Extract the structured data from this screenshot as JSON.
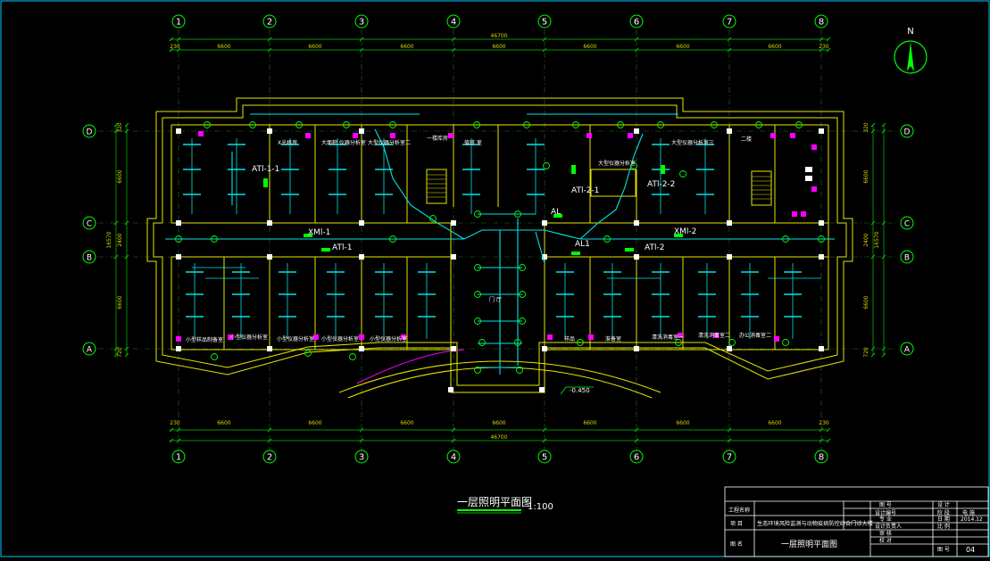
{
  "axes": {
    "columns": [
      "1",
      "2",
      "3",
      "4",
      "5",
      "6",
      "7",
      "8"
    ],
    "rows": [
      "D",
      "C",
      "B",
      "A"
    ]
  },
  "dimensions": {
    "top_total": "46700",
    "bottom_total": "46700",
    "segments": [
      "230",
      "6600",
      "6600",
      "6600",
      "6600",
      "6600",
      "6600",
      "6600",
      "230"
    ],
    "left_total": "16570",
    "left_segments": [
      "320",
      "6600",
      "2400",
      "6600",
      "720"
    ],
    "right_total": "16570",
    "right_segments": [
      "320",
      "6600",
      "2400",
      "6600",
      "720"
    ]
  },
  "north": {
    "label": "N"
  },
  "labels": {
    "panel_atl11": "ATl-1-1",
    "panel_atl1": "ATl-1",
    "panel_xml1": "XMl-1",
    "panel_atl21": "ATl-2-1",
    "panel_atl22": "ATl-2-2",
    "panel_atl2": "ATl-2",
    "panel_xml2": "XMl-2",
    "panel_al": "AL",
    "panel_al1": "AL1",
    "elevation": "-0.450",
    "room_d1": "X光机房",
    "room_d2": "大面积 仪器分析室",
    "room_d3": "大型仪器分析室二",
    "room_d4": "一楼库房",
    "room_d5": "值班 室",
    "room_d6": "大型仪器分析室",
    "room_d7": "大型仪器分析室三",
    "room_d8": "二楼",
    "room_a1": "小型样品制备室",
    "room_a2": "小型仪器分析室",
    "room_a3": "小型仪器分析室",
    "room_a4": "小型仪器分析室",
    "room_a5": "小型仪器分析室",
    "room_a6": "样品",
    "room_a7": "准备室",
    "room_a8": "清洗消毒室一",
    "room_a9": "清洗消毒室二",
    "room_a10": "办公消毒室二",
    "entrance": "门 厅"
  },
  "drawing_title": {
    "title": "一层照明平面图",
    "scale": "1:100"
  },
  "title_block": {
    "project_label": "工程名称",
    "item_label": "项 目",
    "item_value": "生态环境风险监测与动物疫病防控综合门诊大楼",
    "drawing_label": "图 名",
    "drawing_value": "一层照明平面图",
    "r1": "图 号",
    "r2": "设计编号",
    "r3": "专 业",
    "r4": "设计负责人",
    "r5": "审 核",
    "r6": "校 对",
    "c1": "设 计",
    "c2": "阶 段",
    "c3": "日 期",
    "c4": "比 例",
    "v1": "",
    "v2": "电 施",
    "v3": "2014.12",
    "v4": "",
    "sheet_label": "图 号",
    "sheet_value": "04"
  }
}
